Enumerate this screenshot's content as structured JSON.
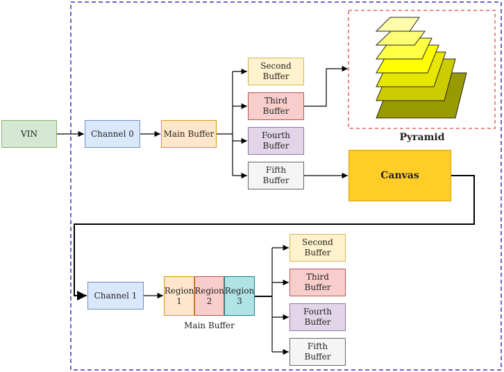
{
  "vin": "VIN",
  "channel0": "Channel 0",
  "main_buffer_top": "Main Buffer",
  "top_buffers": [
    "Second\nBuffer",
    "Third\nBuffer",
    "Fourth\nBuffer",
    "Fifth\nBuffer"
  ],
  "pyramid_label": "Pyramid",
  "canvas": "Canvas",
  "channel1": "Channel 1",
  "regions": [
    "Region\n1",
    "Region\n2",
    "Region\n3"
  ],
  "main_buffer_bottom": "Main Buffer",
  "bottom_buffers": [
    "Second\nBuffer",
    "Third\nBuffer",
    "Fourth\nBuffer",
    "Fifth\nBuffer"
  ],
  "colors": {
    "outer_border": "#6666cc",
    "pyramid_border": "#e06666",
    "pyramid_layers": [
      "#fffcaa",
      "#ffff77",
      "#ffff44",
      "#ffff00",
      "#e6e600",
      "#cccc00",
      "#999900"
    ]
  }
}
